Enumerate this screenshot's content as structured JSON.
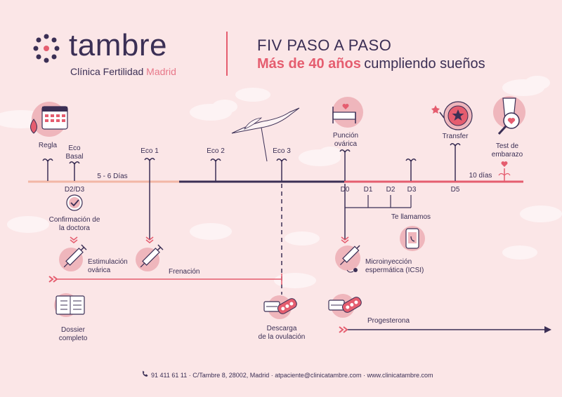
{
  "brand": {
    "name": "tambre",
    "subtitle_main": "Clínica Fertilidad",
    "subtitle_city": "Madrid"
  },
  "header": {
    "title": "FIV PASO A PASO",
    "tagline_highlight": "Más de 40 años",
    "tagline_rest": "cumpliendo sueños"
  },
  "timeline": {
    "regla": "Regla",
    "eco_basal_1": "Eco",
    "eco_basal_2": "Basal",
    "duration_first": "5 - 6 Días",
    "eco1": "Eco 1",
    "eco2": "Eco 2",
    "eco3": "Eco 3",
    "puncion_1": "Punción",
    "puncion_2": "ovárica",
    "transfer": "Transfer",
    "test_1": "Test de",
    "test_2": "embarazo",
    "duration_last": "10 días",
    "d2d3": "D2/D3",
    "d0": "D0",
    "d1": "D1",
    "d2": "D2",
    "d3": "D3",
    "d5": "D5",
    "te_llamamos": "Te llamamos"
  },
  "steps": {
    "confirmacion_1": "Confirmación de",
    "confirmacion_2": "la doctora",
    "estimulacion_1": "Estimulación",
    "estimulacion_2": "ovárica",
    "frenacion": "Frenación",
    "dossier_1": "Dossier",
    "dossier_2": "completo",
    "descarga_1": "Descarga",
    "descarga_2": "de la ovulación",
    "micro_1": "Microinyección",
    "micro_2": "espermática (ICSI)",
    "progesterona": "Progesterona"
  },
  "footer": {
    "contact": "91 411 61 11 · C/Tambre 8, 28002, Madrid · atpaciente@clinicatambre.com · www.clinicatambre.com"
  },
  "colors": {
    "navy": "#3b2f55",
    "coral": "#e55d6f",
    "pink_circle": "#efb6bc",
    "background": "#fbe6e7"
  }
}
